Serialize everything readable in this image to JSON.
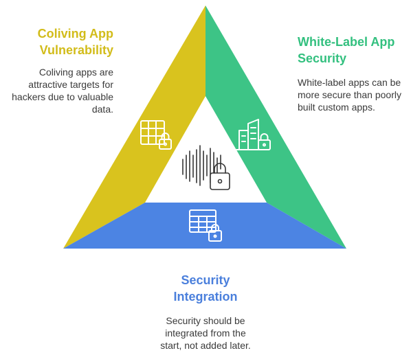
{
  "colors": {
    "yellow": "#D9C31E",
    "green": "#3DC486",
    "blue": "#4C84E3",
    "heading_yellow": "#D2BC1A",
    "heading_green": "#33C07F",
    "heading_blue": "#4A7FDC",
    "icon_stroke": "#ffffff",
    "center_icon_stroke": "#333333"
  },
  "icons": {
    "left": "grid-lock-icon",
    "right": "buildings-lock-icon",
    "bottom": "table-lock-icon",
    "center": "soundwave-lock-icon"
  },
  "sections": {
    "left": {
      "title_lines": [
        "Coliving App",
        "Vulnerability"
      ],
      "desc_lines": [
        "Coliving apps are",
        "attractive targets for",
        "hackers due to valuable",
        "data."
      ]
    },
    "right": {
      "title_lines": [
        "White-Label App",
        "Security"
      ],
      "desc_lines": [
        "White-label apps can be",
        "more secure than poorly",
        "built custom apps."
      ]
    },
    "bottom": {
      "title_lines": [
        "Security",
        "Integration"
      ],
      "desc_lines": [
        "Security should be",
        "integrated from the",
        "start, not added later."
      ]
    }
  }
}
